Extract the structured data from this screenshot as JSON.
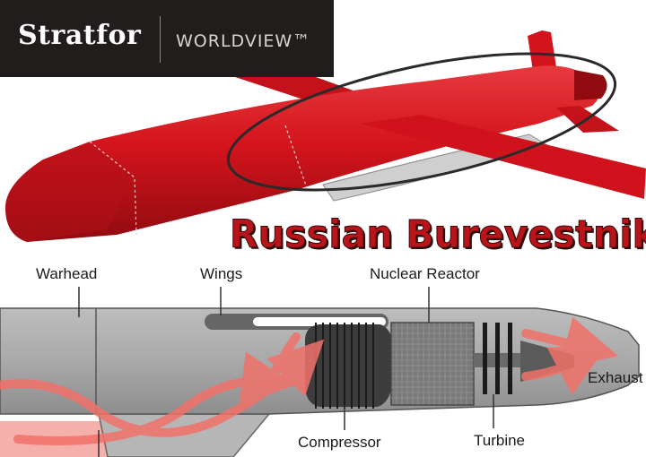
{
  "logo": {
    "brand": "Stratfor",
    "product": "WORLDVIEW™"
  },
  "title": "Russian Burevestnik",
  "labels": {
    "warhead": "Warhead",
    "wings": "Wings",
    "nuclear_reactor": "Nuclear Reactor",
    "compressor": "Compressor",
    "turbine": "Turbine",
    "exhaust": "Exhaust"
  },
  "colors": {
    "missile_red": "#d4141c",
    "logo_bg": "#211d1c",
    "title_red": "#b8141a",
    "fuselage_gray": "#a9a9a9",
    "airflow_red": "#f2716a"
  }
}
